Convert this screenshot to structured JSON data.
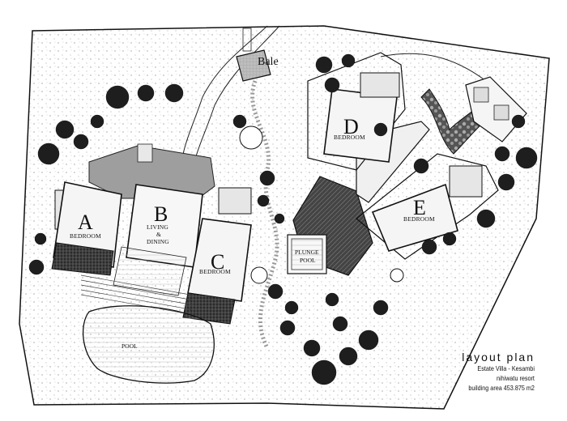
{
  "rooms": {
    "a": {
      "letter": "A",
      "label": "BEDROOM"
    },
    "b": {
      "letter": "B",
      "label_line1": "LIVING",
      "label_line2": "&",
      "label_line3": "DINING"
    },
    "c": {
      "letter": "C",
      "label": "BEDROOM"
    },
    "d": {
      "letter": "D",
      "label": "BEDROOM"
    },
    "e": {
      "letter": "E",
      "label": "BEDROOM"
    }
  },
  "features": {
    "bale": "Bale",
    "plunge_line1": "PLUNGE",
    "plunge_line2": "POOL",
    "pool": "POOL"
  },
  "title_block": {
    "title": "layout plan",
    "line1": "Estate Villa - Kesambi",
    "line2": "nihiwatu resort",
    "line3": "building area 453.875 m2"
  }
}
